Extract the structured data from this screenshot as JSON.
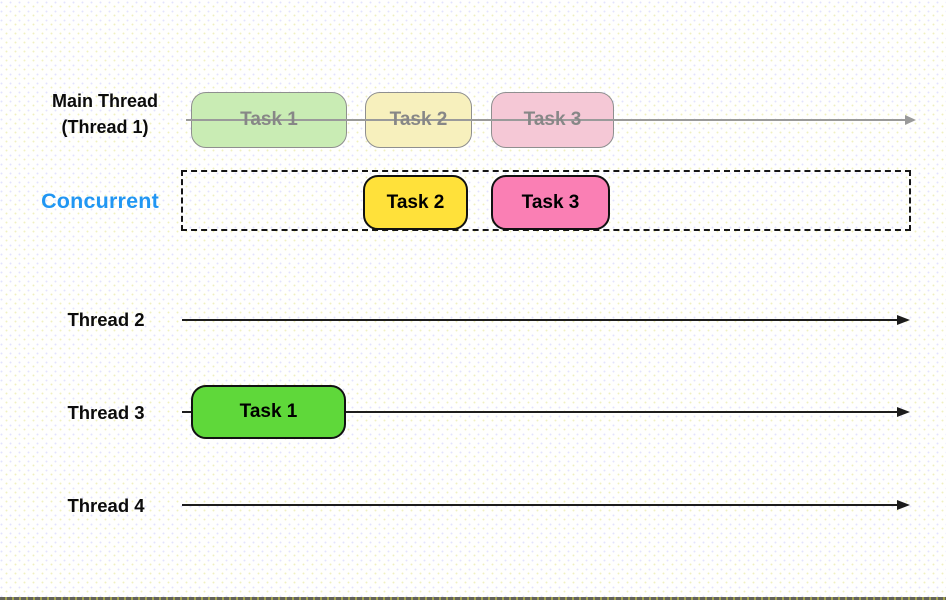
{
  "diagram": {
    "main_thread": {
      "label_line1": "Main Thread",
      "label_line2": "(Thread 1)",
      "tasks": [
        {
          "label": "Task 1"
        },
        {
          "label": "Task 2"
        },
        {
          "label": "Task 3"
        }
      ]
    },
    "concurrent": {
      "label": "Concurrent",
      "tasks": [
        {
          "label": "Task 2"
        },
        {
          "label": "Task 3"
        }
      ]
    },
    "threads": [
      {
        "label": "Thread 2"
      },
      {
        "label": "Thread 3",
        "task": {
          "label": "Task 1"
        }
      },
      {
        "label": "Thread 4"
      }
    ]
  },
  "colors": {
    "green_bright": "#5fd83a",
    "yellow_bright": "#ffe13a",
    "pink_bright": "#fa7fb4",
    "green_faded": "#c9ecb4",
    "yellow_faded": "#f7f0bd",
    "pink_faded": "#f5c8d6",
    "blue_accent": "#2196f3",
    "gray_line": "#9a9a9a",
    "gray_text": "#878787",
    "dark_line": "#1c1c1c"
  }
}
